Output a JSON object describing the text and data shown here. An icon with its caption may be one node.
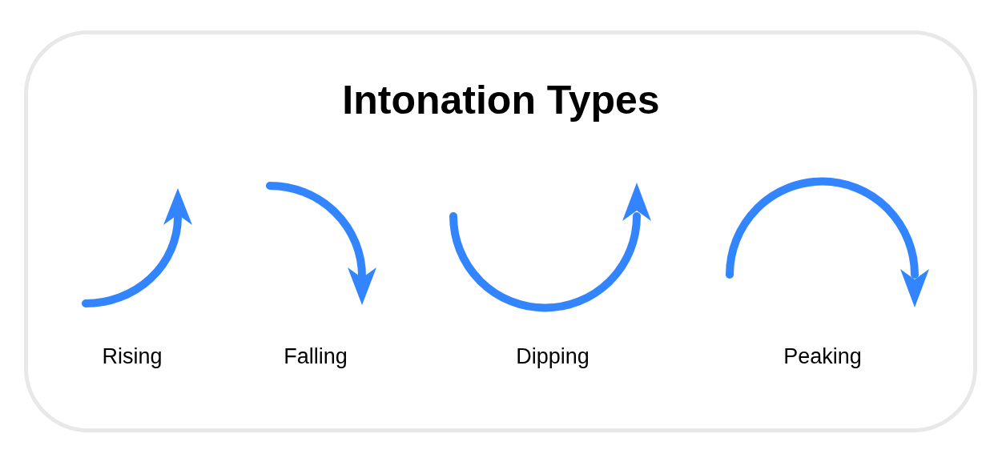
{
  "diagram": {
    "title": "Intonation Types",
    "labels": [
      "Rising",
      "Falling",
      "Dipping",
      "Peaking"
    ]
  }
}
